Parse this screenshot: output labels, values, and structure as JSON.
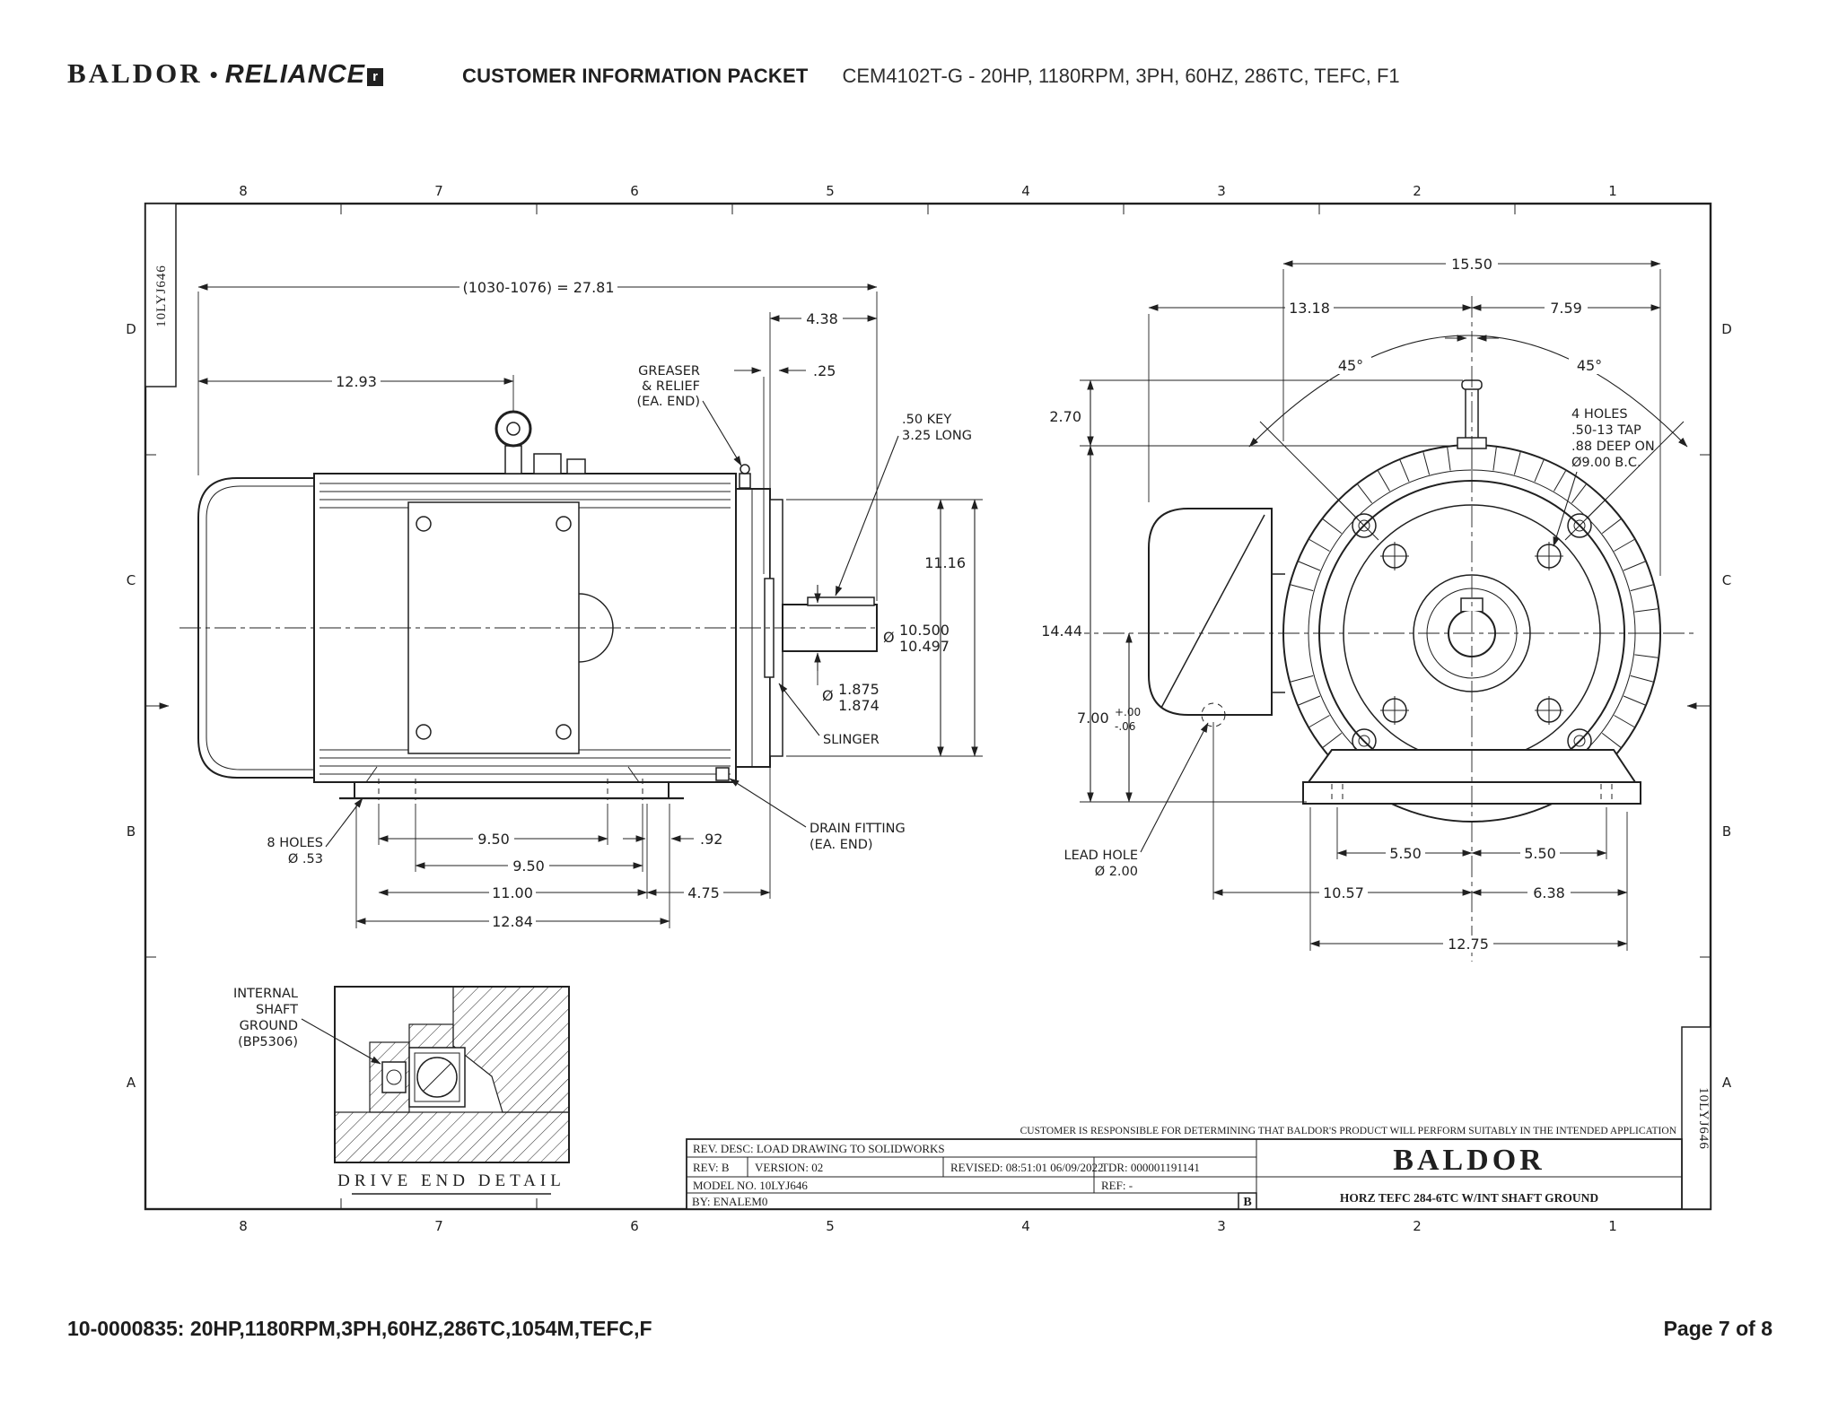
{
  "header": {
    "baldor": "BALDOR",
    "separator": "•",
    "reliance": "RELIANCE",
    "r_mark": "r",
    "packet_title": "CUSTOMER INFORMATION PACKET",
    "model_line": "CEM4102T-G - 20HP, 1180RPM, 3PH, 60HZ, 286TC, TEFC, F1"
  },
  "zones": {
    "cols": [
      "8",
      "7",
      "6",
      "5",
      "4",
      "3",
      "2",
      "1"
    ],
    "rows": [
      "D",
      "C",
      "B",
      "A"
    ],
    "doc_number": "10LYJ646"
  },
  "views": {
    "side": {
      "labels": {
        "overall": "(1030-1076) = 27.81",
        "fan_to_eyebolt": "12.93",
        "shaft_ext": "4.38",
        "gap": ".25",
        "flange_v": "11.16",
        "dia": "Ø",
        "ak_upper": "10.500",
        "ak_lower": "10.497",
        "u_upper": "1.875",
        "u_lower": "1.874",
        "key_1": ".50 KEY",
        "key_2": "3.25 LONG",
        "greaser": [
          "GREASER",
          "& RELIEF",
          "(EA. END)"
        ],
        "slinger": "SLINGER",
        "drain": [
          "DRAIN FITTING",
          "(EA. END)"
        ],
        "holes": [
          "8 HOLES",
          "Ø .53"
        ],
        "feet_a": "9.50",
        "feet_b": "9.50",
        "feet_ba": "11.00",
        "feet_total": "12.84",
        "foot_off": ".92",
        "foot_face": "4.75"
      }
    },
    "end": {
      "labels": {
        "width": "15.50",
        "half_left": "13.18",
        "half_right": "7.59",
        "angle_left": "45°",
        "angle_right": "45°",
        "tap": [
          "4 HOLES",
          ".50-13 TAP",
          ".88 DEEP ON",
          "Ø9.00 B.C."
        ],
        "stud_h": "2.70",
        "overall_h": "14.44",
        "center_h": "7.00",
        "tol_plus": "+.00",
        "tol_minus": "-.06",
        "lead": [
          "LEAD HOLE",
          "Ø 2.00"
        ],
        "foot_left": "5.50",
        "foot_right": "5.50",
        "box_center": "10.57",
        "center_edge": "6.38",
        "feet_width": "12.75"
      }
    },
    "detail": {
      "note": [
        "INTERNAL",
        "SHAFT",
        "GROUND",
        "(BP5306)"
      ],
      "caption": "DRIVE END DETAIL"
    }
  },
  "title_block": {
    "note": "CUSTOMER IS RESPONSIBLE FOR DETERMINING THAT BALDOR'S PRODUCT WILL PERFORM SUITABLY IN THE INTENDED APPLICATION",
    "rev_desc": "REV. DESC: LOAD DRAWING TO SOLIDWORKS",
    "rev": "REV:  B",
    "version": "VERSION:  02",
    "revised": "REVISED:  08:51:01 06/09/2022",
    "tdr": "TDR:  000001191141",
    "model": "MODEL NO.  10LYJ646",
    "ref": "REF:  -",
    "by": "BY: ENALEM0",
    "rev_box": "B",
    "brand": "BALDOR",
    "description": "HORZ TEFC 284-6TC W/INT SHAFT GROUND"
  },
  "footer": {
    "left": "10-0000835: 20HP,1180RPM,3PH,60HZ,286TC,1054M,TEFC,F",
    "right": "Page 7 of 8"
  }
}
